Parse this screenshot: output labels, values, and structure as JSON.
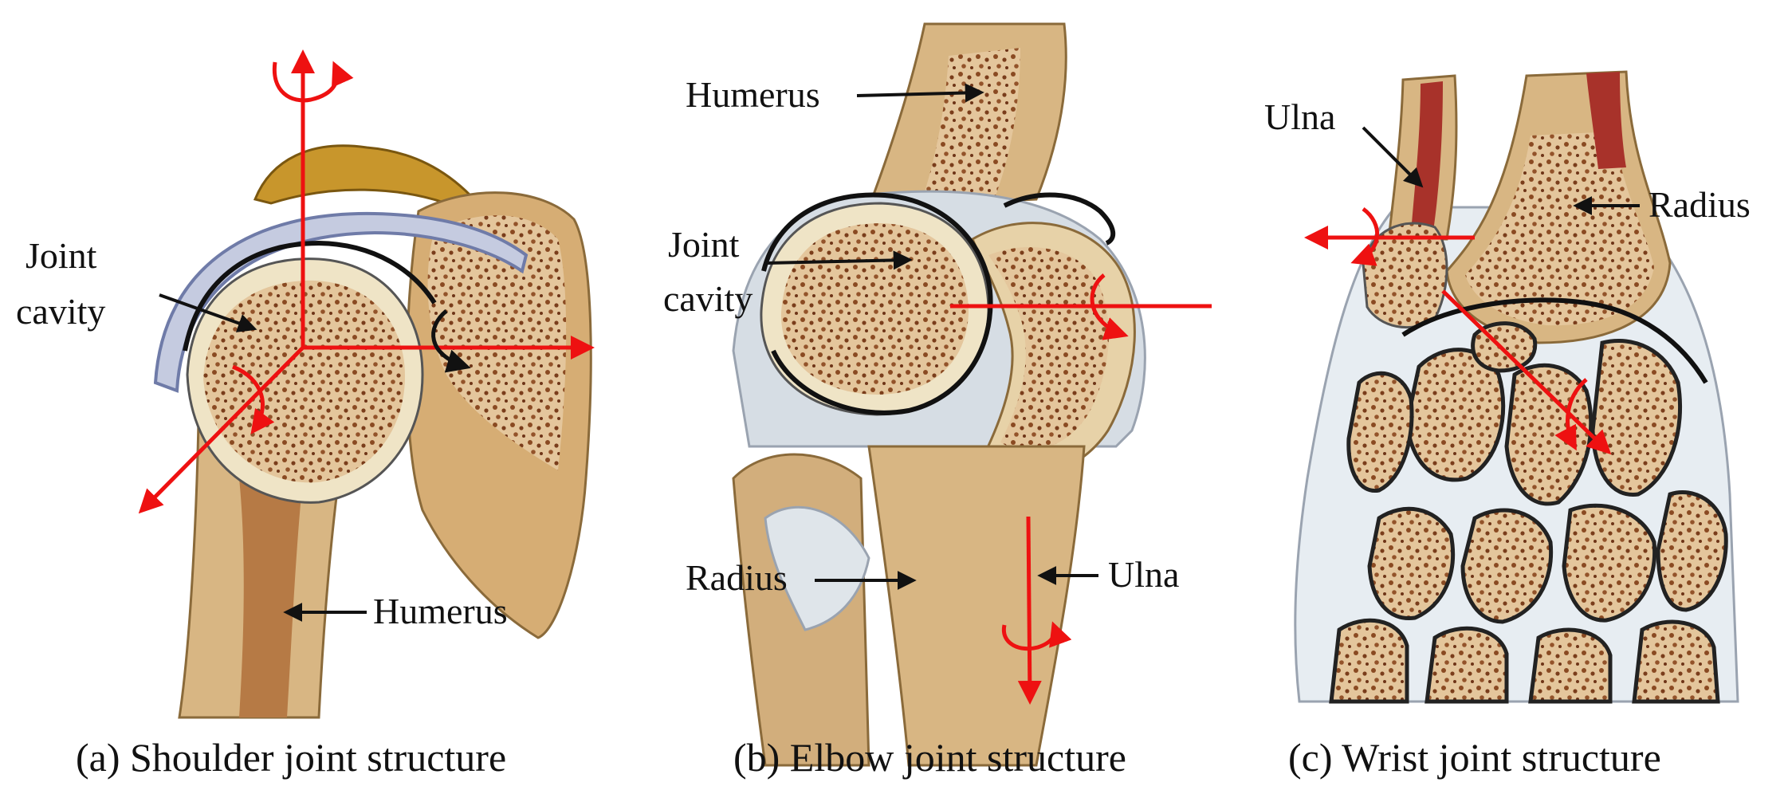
{
  "colors": {
    "axis_red": "#ee1111",
    "label_black": "#111111",
    "bone_tan": "#d9b98b",
    "cartilage": "#f1e9d2",
    "spongy_dots": "#8a4a22",
    "ligament_grey": "#c9cdd6",
    "muscle_red": "#a8322a"
  },
  "panels": {
    "shoulder": {
      "caption": "(a) Shoulder joint structure",
      "labels": {
        "joint_cavity_line1": "Joint",
        "joint_cavity_line2": "cavity",
        "humerus": "Humerus"
      }
    },
    "elbow": {
      "caption": "(b) Elbow joint structure",
      "labels": {
        "humerus": "Humerus",
        "joint_cavity_line1": "Joint",
        "joint_cavity_line2": "cavity",
        "radius": "Radius",
        "ulna": "Ulna"
      }
    },
    "wrist": {
      "caption": "(c) Wrist joint structure",
      "labels": {
        "ulna": "Ulna",
        "radius": "Radius"
      }
    }
  }
}
